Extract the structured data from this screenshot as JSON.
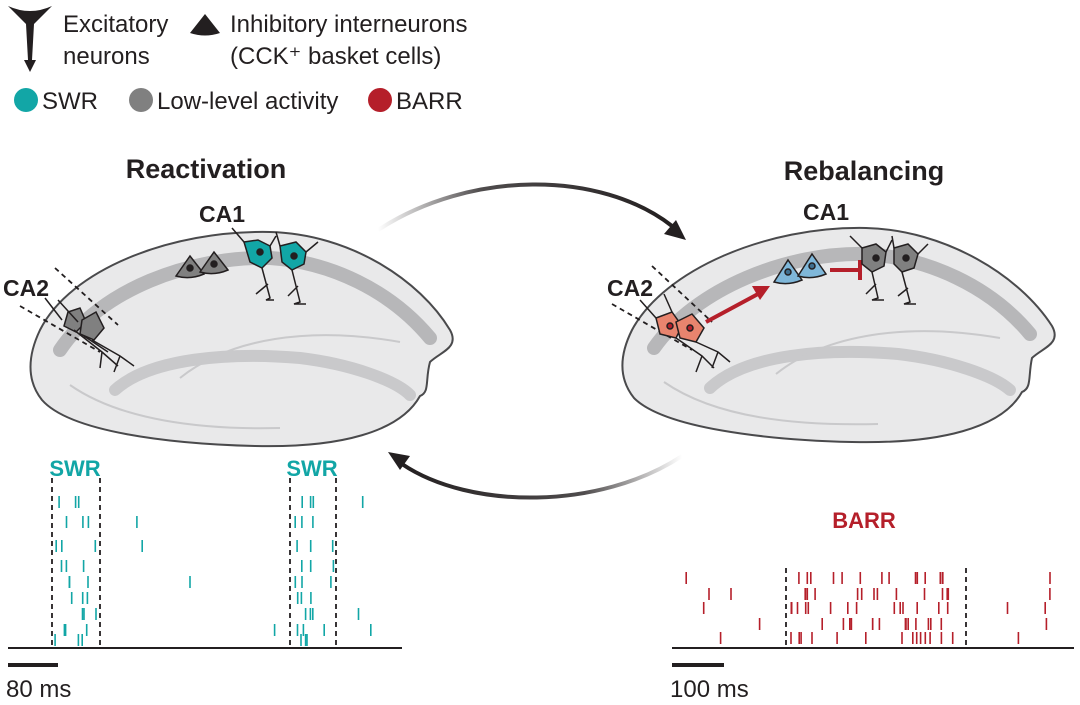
{
  "legend": {
    "excitatory_label_line1": "Excitatory",
    "excitatory_label_line2": "neurons",
    "inhibitory_label_line1": "Inhibitory interneurons",
    "inhibitory_label_line2": "(CCK⁺ basket cells)",
    "swr_label": "SWR",
    "low_level_label": "Low-level activity",
    "barr_label": "BARR"
  },
  "colors": {
    "swr": "#12a6a6",
    "low_level": "#808080",
    "barr": "#b51f2a",
    "barr_cell": "#e8846e",
    "interneuron_blue": "#7fb7d9",
    "ink": "#231f20",
    "hippocampus_fill": "#e9e9ea",
    "pyramidal_layer": "#b7b7b9"
  },
  "reactivation_panel": {
    "title": "Reactivation",
    "ca1_label": "CA1",
    "ca2_label": "CA2",
    "event_label_1": "SWR",
    "event_label_2": "SWR",
    "scale_label": "80 ms"
  },
  "rebalancing_panel": {
    "title": "Rebalancing",
    "ca1_label": "CA1",
    "ca2_label": "CA2",
    "event_label": "BARR",
    "scale_label": "100 ms"
  },
  "raster_seeds": {
    "reactivation": 7,
    "rebalancing": 13
  }
}
